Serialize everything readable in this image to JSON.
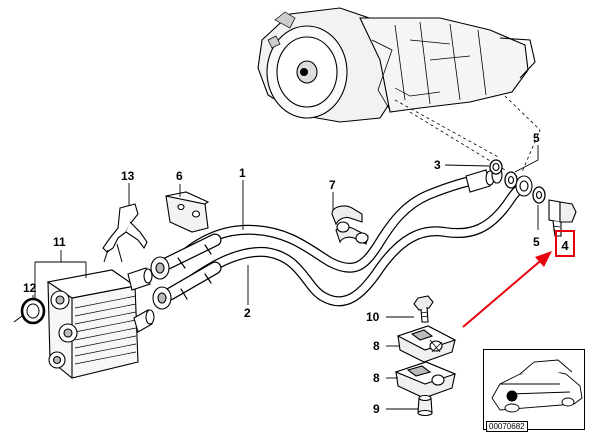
{
  "diagram": {
    "callouts": [
      {
        "id": "c13",
        "text": "13"
      },
      {
        "id": "c6",
        "text": "6"
      },
      {
        "id": "c1",
        "text": "1"
      },
      {
        "id": "c3",
        "text": "3"
      },
      {
        "id": "c5a",
        "text": "5"
      },
      {
        "id": "c7",
        "text": "7"
      },
      {
        "id": "c5b",
        "text": "5"
      },
      {
        "id": "c11",
        "text": "11"
      },
      {
        "id": "c12",
        "text": "12"
      },
      {
        "id": "c2",
        "text": "2"
      },
      {
        "id": "c10",
        "text": "10"
      },
      {
        "id": "c8a",
        "text": "8"
      },
      {
        "id": "c8b",
        "text": "8"
      },
      {
        "id": "c9",
        "text": "9"
      }
    ],
    "highlight_label": "4",
    "reference_number": "00070682",
    "colors": {
      "line": "#000000",
      "highlight": "#e8000d",
      "fill": "#ffffff",
      "shade": "#d9d9d9"
    }
  }
}
